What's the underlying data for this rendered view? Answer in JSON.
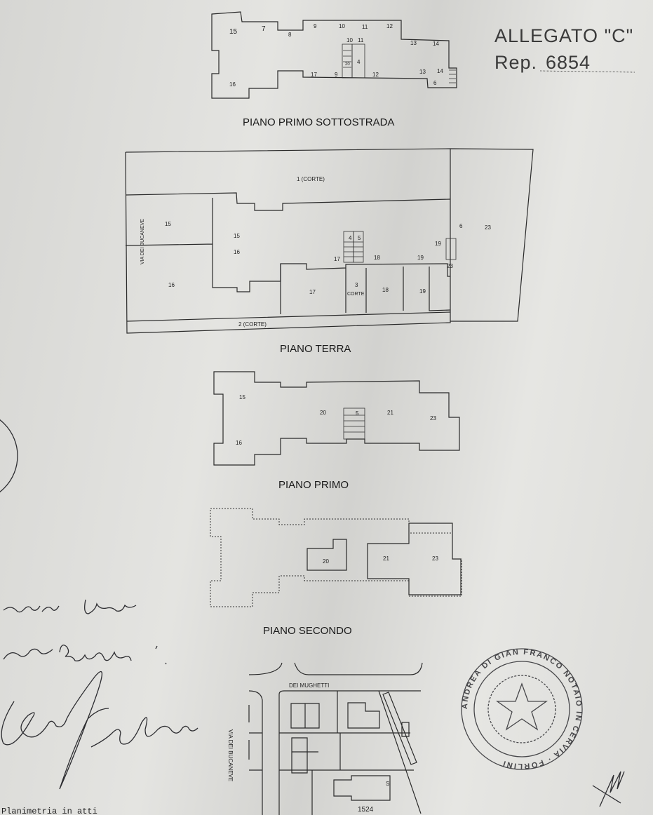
{
  "header": {
    "allegato": "ALLEGATO \"C\"",
    "rep_label": "Rep.",
    "rep_number": "6854"
  },
  "plans": {
    "sottostrada": {
      "title": "PIANO PRIMO SOTTOSTRADA",
      "labels": [
        "15",
        "7",
        "8",
        "9",
        "10",
        "11",
        "12",
        "13",
        "14",
        "10",
        "11",
        "4",
        "20",
        "17",
        "9",
        "12",
        "13",
        "14",
        "6",
        "16"
      ]
    },
    "terra": {
      "title": "PIANO TERRA",
      "street": "VIA DEI BUCANEVE",
      "labels": [
        "1 (CORTE)",
        "15",
        "15",
        "16",
        "16",
        "4",
        "5",
        "17",
        "18",
        "19",
        "6",
        "23",
        "19",
        "23",
        "17",
        "3",
        "CORTE",
        "18",
        "19",
        "2 (CORTE)"
      ]
    },
    "primo": {
      "title": "PIANO PRIMO",
      "labels": [
        "15",
        "20",
        "5",
        "21",
        "23",
        "16"
      ]
    },
    "secondo": {
      "title": "PIANO SECONDO",
      "labels": [
        "20",
        "21",
        "23"
      ]
    }
  },
  "map": {
    "street_top": "DEI MUGHETTI",
    "street_left": "VIA DEI BUCANEVE",
    "marker": "S",
    "parcel": "1524"
  },
  "stamp": {
    "text": "ANDREA DI GIAN FRANCO NOTAIO IN CERVIA · FORLINI"
  },
  "signatures": [
    "Carmelo Bonaldo",
    "Andrea Balzani",
    "Forlini"
  ],
  "footer": {
    "note": "Planimetria in atti"
  }
}
